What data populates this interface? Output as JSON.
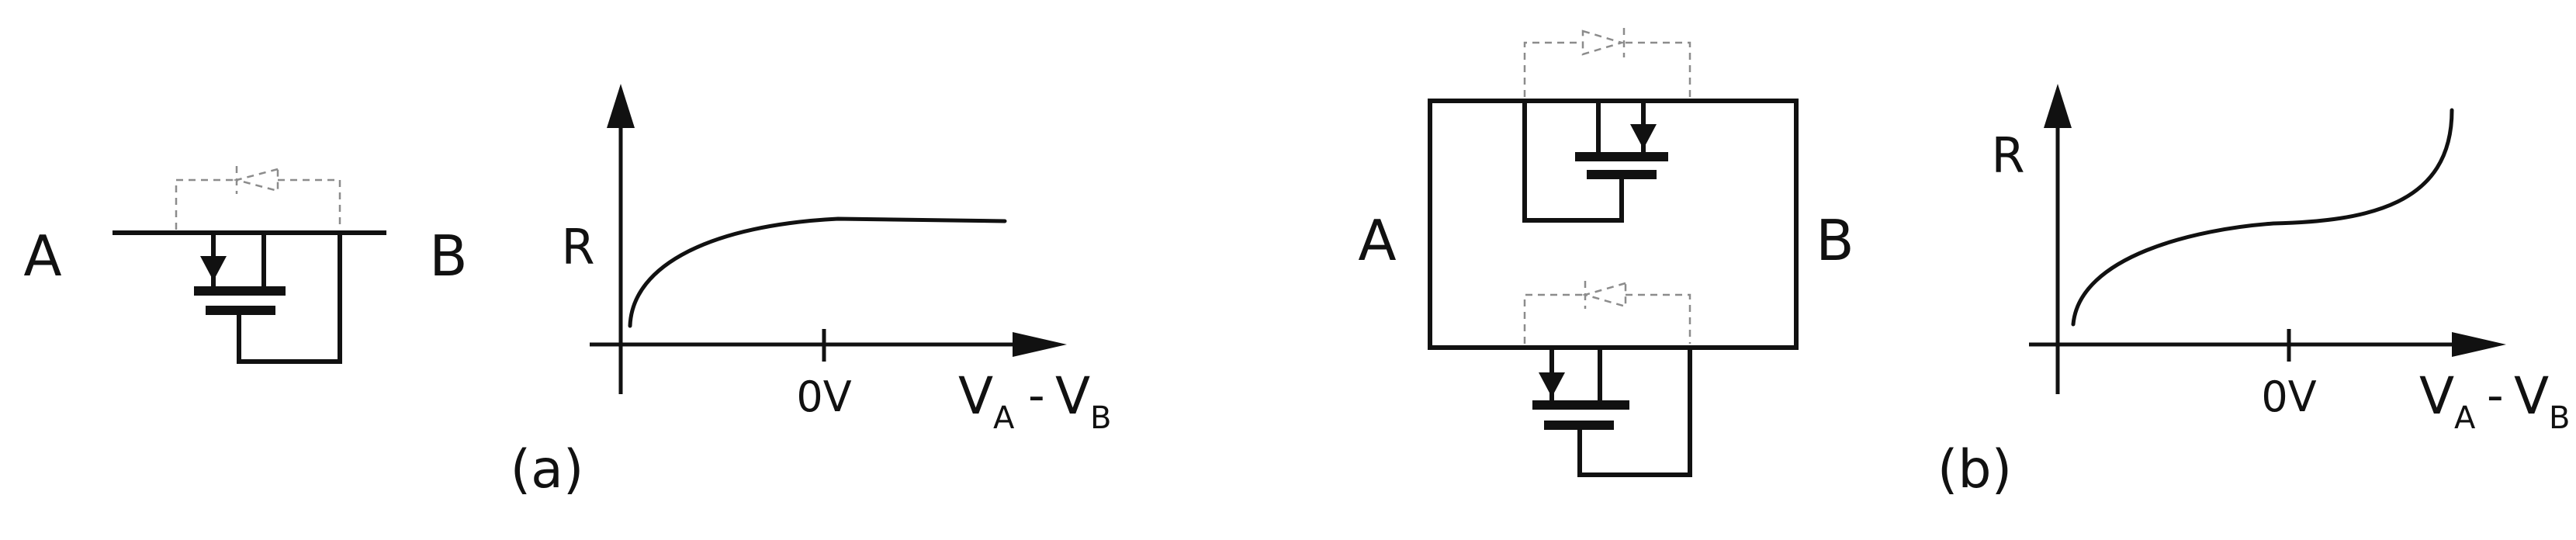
{
  "panel_a": {
    "node_left": "A",
    "node_right": "B",
    "graph": {
      "ylabel": "R",
      "tick": "0V",
      "x_main": "V",
      "x_sub1": "A",
      "x_minus": "-",
      "x_sub2": "B"
    },
    "caption": "(a)"
  },
  "panel_b": {
    "node_left": "A",
    "node_right": "B",
    "graph": {
      "ylabel": "R",
      "tick": "0V",
      "x_main": "V",
      "x_sub1": "A",
      "x_minus": "-",
      "x_sub2": "B"
    },
    "caption": "(b)"
  },
  "colors": {
    "ink": "#111111",
    "body_diode": "#8c8c8c",
    "background": "#ffffff"
  }
}
